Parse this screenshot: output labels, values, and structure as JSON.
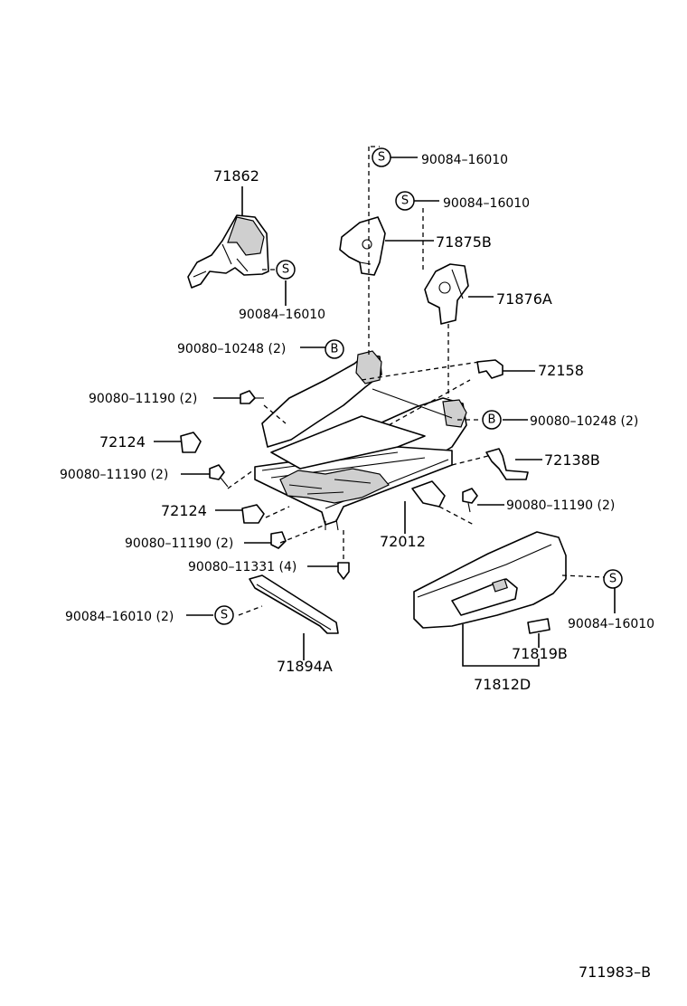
{
  "symbols": {
    "s": "S",
    "b": "B"
  },
  "labels": {
    "p71862": "71862",
    "p90084_top": "90084–16010",
    "p90084_2": "90084–16010",
    "p71875B": "71875B",
    "p71876A": "71876A",
    "p90084_left": "90084–16010",
    "p90080_10248_left": "90080–10248 (2)",
    "p72158": "72158",
    "p90080_11190_a": "90080–11190 (2)",
    "p90080_10248_right": "90080–10248 (2)",
    "p72124_a": "72124",
    "p72138B": "72138B",
    "p90080_11190_b": "90080–11190 (2)",
    "p90080_11190_c": "90080–11190 (2)",
    "p72124_b": "72124",
    "p72012": "72012",
    "p90080_11190_d": "90080–11190 (2)",
    "p90080_11331": "90080–11331 (4)",
    "p90084_right": "90084–16010",
    "p90084_bottom": "90084–16010 (2)",
    "p71819B": "71819B",
    "p71894A": "71894A",
    "p71812D": "71812D",
    "figure_code": "711983–B"
  }
}
